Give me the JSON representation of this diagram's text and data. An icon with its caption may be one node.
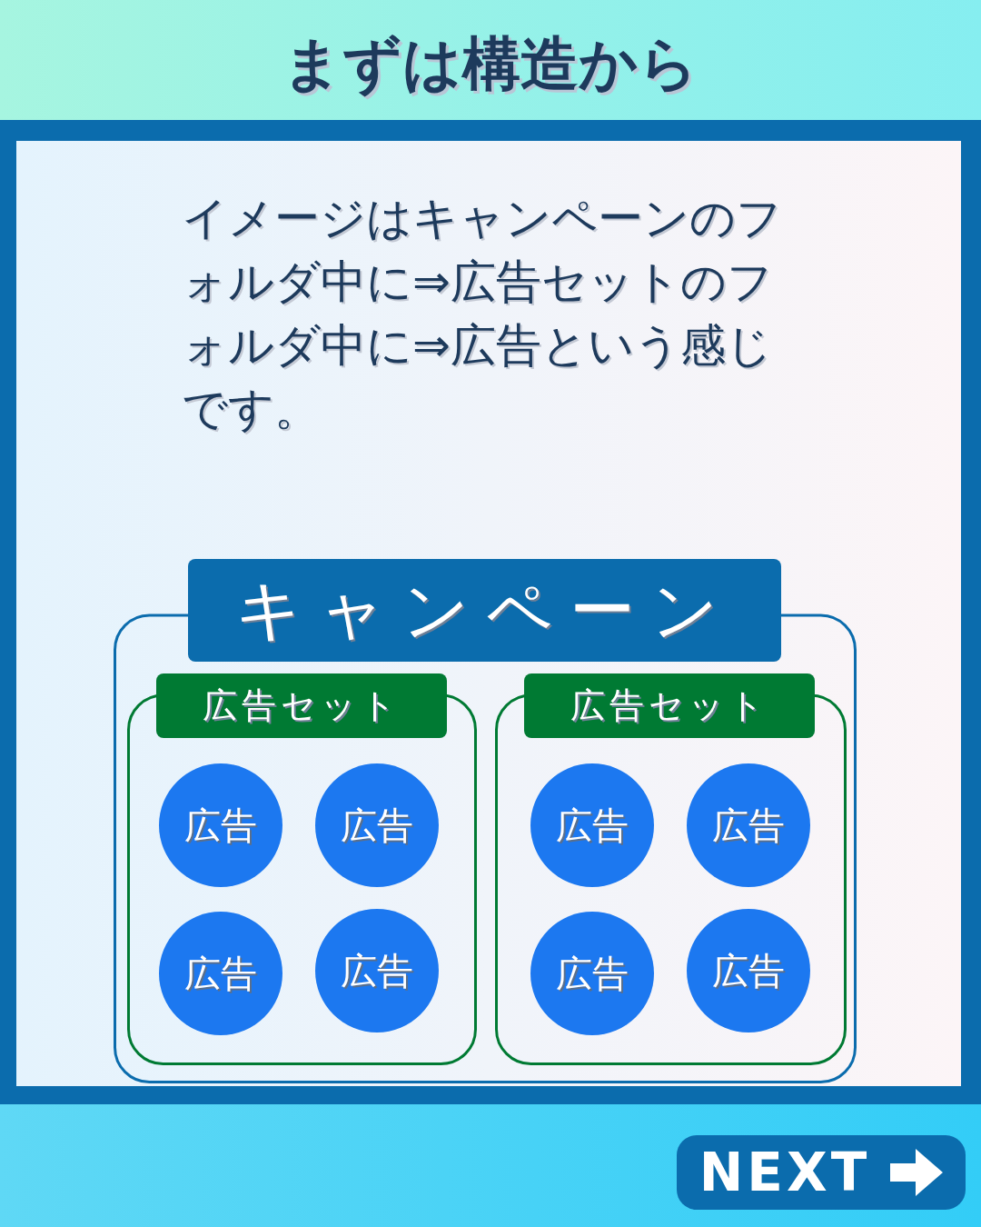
{
  "diagram": {
    "title": "まずは構造から",
    "nodes": [
      {
        "text": [
          "キャンペーン"
        ]
      },
      {
        "text": [
          "広告セット"
        ],
        "in": 0
      },
      {
        "text": [
          "広告"
        ],
        "in": 1
      },
      {
        "text": [
          "広告"
        ],
        "in": 1
      },
      {
        "text": [
          "広告"
        ],
        "in": 1
      },
      {
        "text": [
          "広告"
        ],
        "in": 1
      },
      {
        "text": [
          "広告セット"
        ],
        "in": 0
      },
      {
        "text": [
          "広告"
        ],
        "in": 6
      },
      {
        "text": [
          "広告"
        ],
        "in": 6
      },
      {
        "text": [
          "広告"
        ],
        "in": 6
      },
      {
        "text": [
          "広告"
        ],
        "in": 6
      }
    ],
    "edges": [],
    "labels": [
      "イメージはキャンペーンのフォルダ中に⇒広告セットのフォルダ中に⇒広告という感じです。",
      "NEXT"
    ]
  }
}
